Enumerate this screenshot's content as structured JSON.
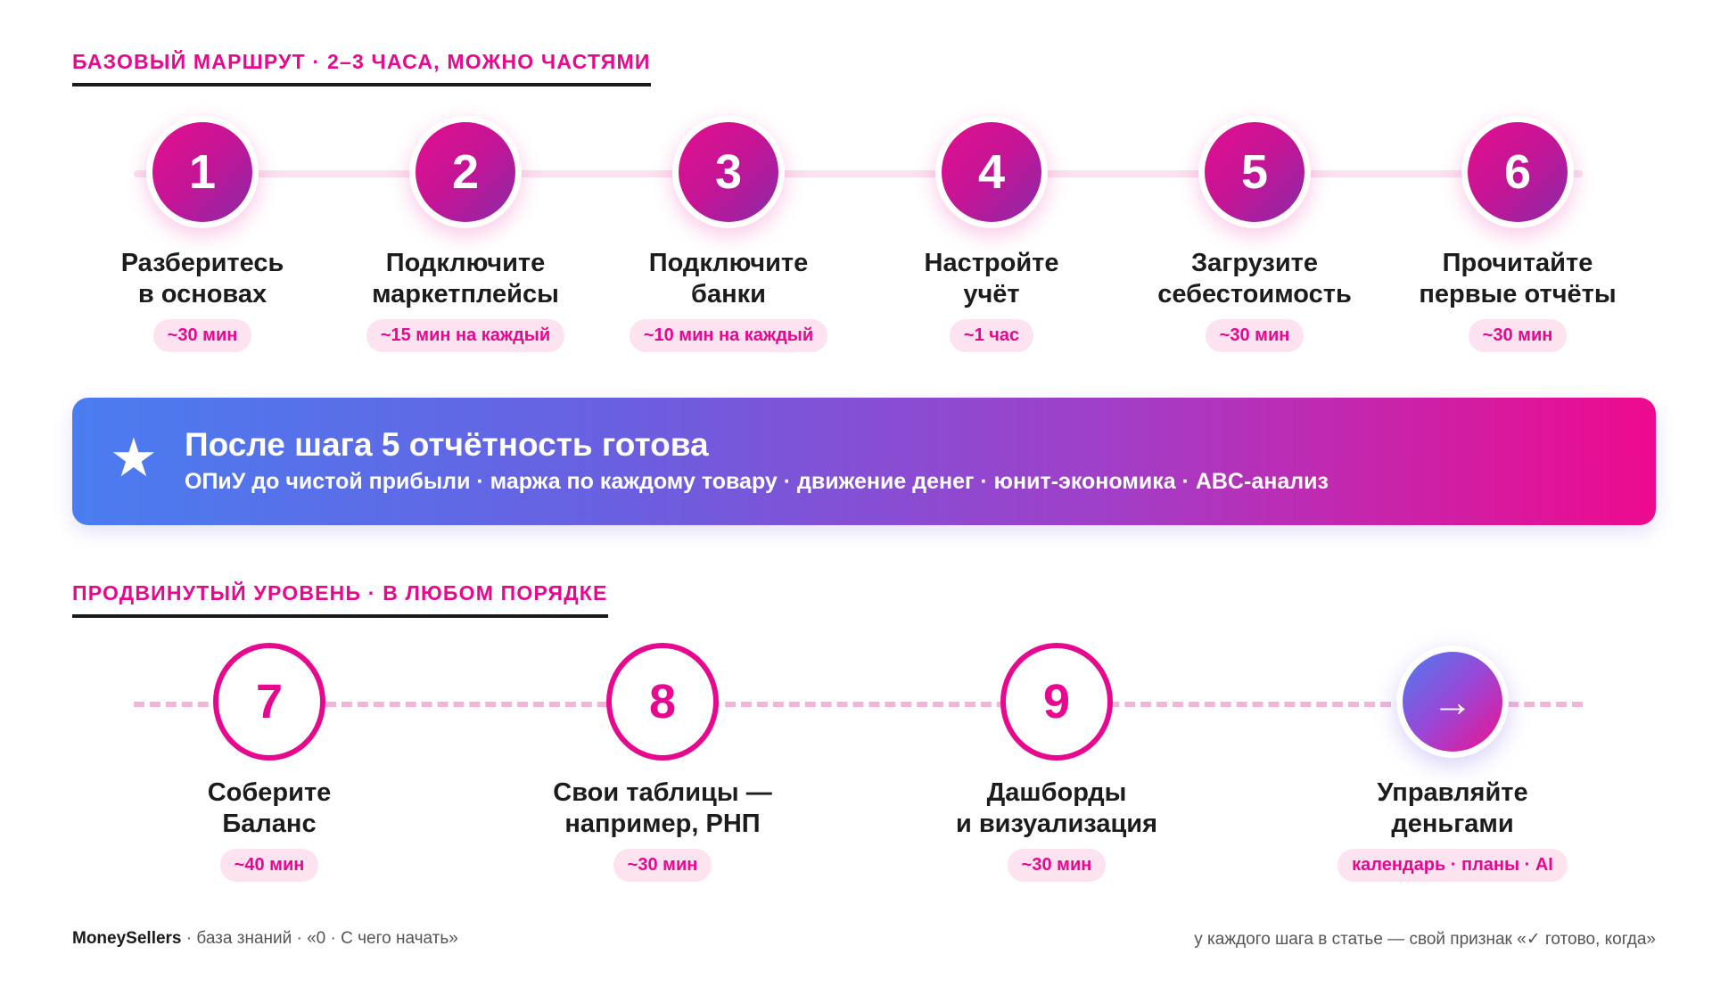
{
  "basic": {
    "header": "БАЗОВЫЙ МАРШРУТ · 2–3 ЧАСА, МОЖНО ЧАСТЯМИ",
    "steps": [
      {
        "number": "1",
        "title_line1": "Разберитесь",
        "title_line2": "в основах",
        "time": "~30 мин"
      },
      {
        "number": "2",
        "title_line1": "Подключите",
        "title_line2": "маркетплейсы",
        "time": "~15 мин на каждый"
      },
      {
        "number": "3",
        "title_line1": "Подключите",
        "title_line2": "банки",
        "time": "~10 мин на каждый"
      },
      {
        "number": "4",
        "title_line1": "Настройте",
        "title_line2": "учёт",
        "time": "~1 час"
      },
      {
        "number": "5",
        "title_line1": "Загрузите",
        "title_line2": "себестоимость",
        "time": "~30 мин"
      },
      {
        "number": "6",
        "title_line1": "Прочитайте",
        "title_line2": "первые отчёты",
        "time": "~30 мин"
      }
    ]
  },
  "banner": {
    "icon": "star-icon",
    "title": "После шага 5 отчётность готова",
    "subtitle": "ОПиУ до чистой прибыли · маржа по каждому товару · движение денег · юнит-экономика · ABC-анализ"
  },
  "advanced": {
    "header": "ПРОДВИНУТЫЙ УРОВЕНЬ · В ЛЮБОМ ПОРЯДКЕ",
    "steps": [
      {
        "number": "7",
        "title_line1": "Соберите",
        "title_line2": "Баланс",
        "time": "~40 мин"
      },
      {
        "number": "8",
        "title_line1": "Свои таблицы —",
        "title_line2": "например, РНП",
        "time": "~30 мин"
      },
      {
        "number": "9",
        "title_line1": "Дашборды",
        "title_line2": "и визуализация",
        "time": "~30 мин"
      },
      {
        "number": "→",
        "icon": "arrow-right-icon",
        "title_line1": "Управляйте",
        "title_line2": "деньгами",
        "time": "календарь · планы · AI"
      }
    ]
  },
  "footer": {
    "brand": "MoneySellers",
    "left_rest": " · база знаний · «0 · С чего начать»",
    "right": "у каждого шага в статье — свой признак «✓ готово, когда»"
  },
  "colors": {
    "accent": "#e6088f",
    "circle_gradient_start": "#e20f8e",
    "circle_gradient_end": "#8a2aa8",
    "banner_gradient_start": "#4a7df0",
    "banner_gradient_end": "#ee0a8e",
    "badge_background": "#fde3f0"
  }
}
